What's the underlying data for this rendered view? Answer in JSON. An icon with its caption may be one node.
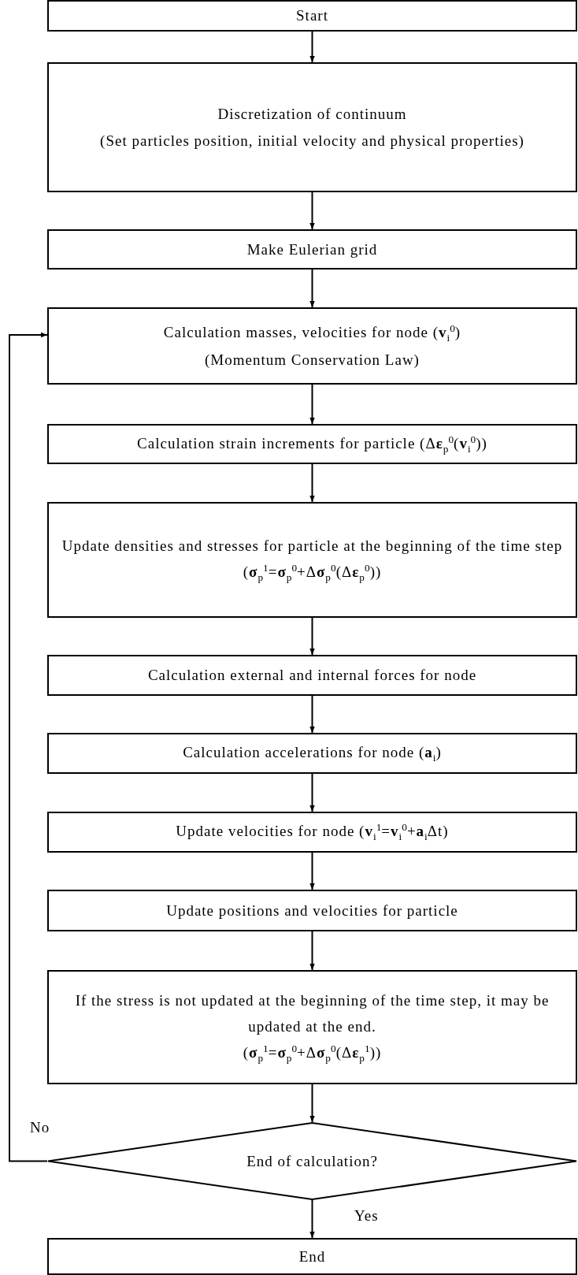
{
  "diagram": {
    "nodes": [
      {
        "text": [
          "Start"
        ]
      },
      {
        "text": [
          "Discretization of continuum",
          "(Set particles position, initial velocity and physical properties)"
        ]
      },
      {
        "text": [
          "Make Eulerian grid"
        ]
      },
      {
        "text": [
          "Calculation masses, velocities for node (**v**$_{i}$$^{0}$)",
          "(Momentum Conservation Law)"
        ]
      },
      {
        "text": [
          "Calculation strain increments for particle (Δ**ε**$_{p}$$^{0}$(**v**$_{i}$$^{0}$))"
        ]
      },
      {
        "text": [
          "Update densities and stresses for particle at the beginning of the time step",
          "(**σ**$_{p}$$^{1}$=**σ**$_{p}$$^{0}$+Δ**σ**$_{p}$$^{0}$(Δ**ε**$_{p}$$^{0}$))"
        ]
      },
      {
        "text": [
          "Calculation external and internal forces for node"
        ]
      },
      {
        "text": [
          "Calculation accelerations for node (**a**$_{i}$)"
        ]
      },
      {
        "text": [
          "Update velocities for node (**v**$_{i}$$^{1}$=**v**$_{i}$$^{0}$+**a**$_{i}$Δt)"
        ]
      },
      {
        "text": [
          "Update positions and velocities for particle"
        ]
      },
      {
        "text": [
          "If the stress is not updated at the beginning of the time step, it may be updated at the end.",
          "(**σ**$_{p}$$^{1}$=**σ**$_{p}$$^{0}$+Δ**σ**$_{p}$$^{0}$(Δ**ε**$_{p}$$^{1}$))"
        ]
      },
      {
        "text": [
          "End of calculation?"
        ]
      },
      {
        "text": [
          "End"
        ]
      }
    ],
    "edges": [
      {
        "from": 0,
        "to": 1,
        "arrow": "to"
      },
      {
        "from": 1,
        "to": 2,
        "arrow": "to"
      },
      {
        "from": 2,
        "to": 3,
        "arrow": "to"
      },
      {
        "from": 3,
        "to": 4,
        "arrow": "to"
      },
      {
        "from": 4,
        "to": 5,
        "arrow": "to"
      },
      {
        "from": 5,
        "to": 6,
        "arrow": "to"
      },
      {
        "from": 6,
        "to": 7,
        "arrow": "to"
      },
      {
        "from": 7,
        "to": 8,
        "arrow": "to"
      },
      {
        "from": 8,
        "to": 9,
        "arrow": "to"
      },
      {
        "from": 9,
        "to": 10,
        "arrow": "to"
      },
      {
        "from": 10,
        "to": 11,
        "arrow": "to"
      },
      {
        "from": 11,
        "to": 3,
        "arrow": "to",
        "label": "No"
      },
      {
        "from": 11,
        "to": 12,
        "arrow": "to",
        "label": "Yes"
      }
    ]
  }
}
